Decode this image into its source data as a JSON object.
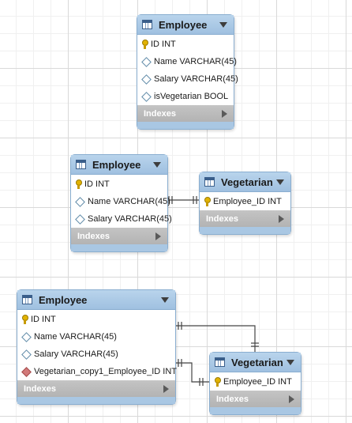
{
  "diagram": {
    "tables": [
      {
        "id": "t1",
        "title": "Employee",
        "indexes_label": "Indexes",
        "columns": [
          {
            "icon": "key-icon",
            "label": "ID INT"
          },
          {
            "icon": "diamond-icon",
            "label": "Name VARCHAR(45)"
          },
          {
            "icon": "diamond-icon",
            "label": "Salary VARCHAR(45)"
          },
          {
            "icon": "diamond-icon",
            "label": "isVegetarian BOOL"
          }
        ]
      },
      {
        "id": "t2",
        "title": "Employee",
        "indexes_label": "Indexes",
        "columns": [
          {
            "icon": "key-icon",
            "label": "ID INT"
          },
          {
            "icon": "diamond-icon",
            "label": "Name VARCHAR(45)"
          },
          {
            "icon": "diamond-icon",
            "label": "Salary VARCHAR(45)"
          }
        ]
      },
      {
        "id": "t3",
        "title": "Vegetarian",
        "indexes_label": "Indexes",
        "columns": [
          {
            "icon": "key-icon",
            "label": "Employee_ID INT"
          }
        ]
      },
      {
        "id": "t4",
        "title": "Employee",
        "indexes_label": "Indexes",
        "columns": [
          {
            "icon": "key-icon",
            "label": "ID INT"
          },
          {
            "icon": "diamond-icon",
            "label": "Name VARCHAR(45)"
          },
          {
            "icon": "diamond-icon",
            "label": "Salary VARCHAR(45)"
          },
          {
            "icon": "fk-diamond-icon",
            "label": "Vegetarian_copy1_Employee_ID INT"
          }
        ]
      },
      {
        "id": "t5",
        "title": "Vegetarian",
        "indexes_label": "Indexes",
        "columns": [
          {
            "icon": "key-icon",
            "label": "Employee_ID INT"
          }
        ]
      }
    ],
    "colors": {
      "table_header": "#a9c7e3",
      "indexes_bar": "#bcbcbc",
      "connector": "#444444",
      "grid": "#d9d9d9"
    }
  }
}
